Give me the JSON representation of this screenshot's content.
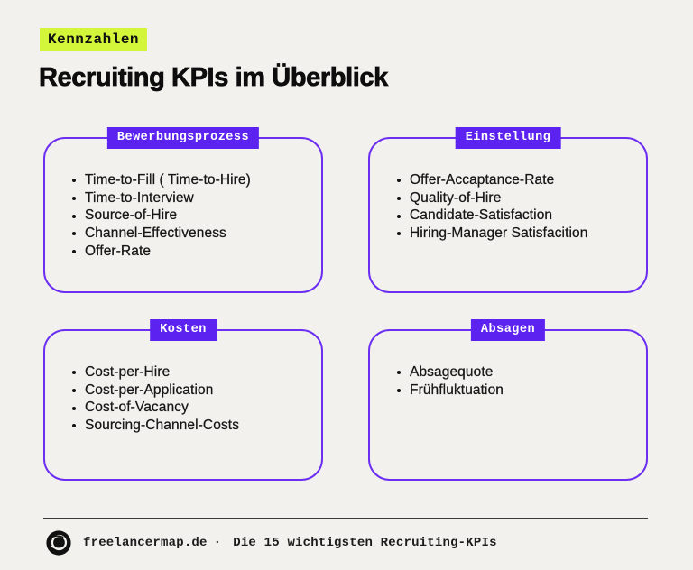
{
  "page": {
    "background_color": "#f2f1ee",
    "accent_purple_border": "#6c2ff2",
    "accent_purple_tag": "#5c22ef",
    "accent_yellow": "#d4f63a",
    "text_color": "#111111"
  },
  "header": {
    "badge": "Kennzahlen",
    "title": "Recruiting KPIs im Überblick"
  },
  "cards": [
    {
      "tag": "Bewerbungsprozess",
      "items": [
        "Time-to-Fill ( Time-to-Hire)",
        "Time-to-Interview",
        "Source-of-Hire",
        "Channel-Effectiveness",
        "Offer-Rate"
      ]
    },
    {
      "tag": "Einstellung",
      "items": [
        "Offer-Accaptance-Rate",
        "Quality-of-Hire",
        "Candidate-Satisfaction",
        "Hiring-Manager Satisfacition"
      ]
    },
    {
      "tag": "Kosten",
      "items": [
        "Cost-per-Hire",
        "Cost-per-Application",
        "Cost-of-Vacancy",
        "Sourcing-Channel-Costs"
      ]
    },
    {
      "tag": "Absagen",
      "items": [
        "Absagequote",
        "Frühfluktuation"
      ]
    }
  ],
  "footer": {
    "site": "freelancermap.de",
    "separator": "·",
    "caption": "Die 15 wichtigsten Recruiting-KPIs",
    "logo": "freelancermap-logo"
  }
}
